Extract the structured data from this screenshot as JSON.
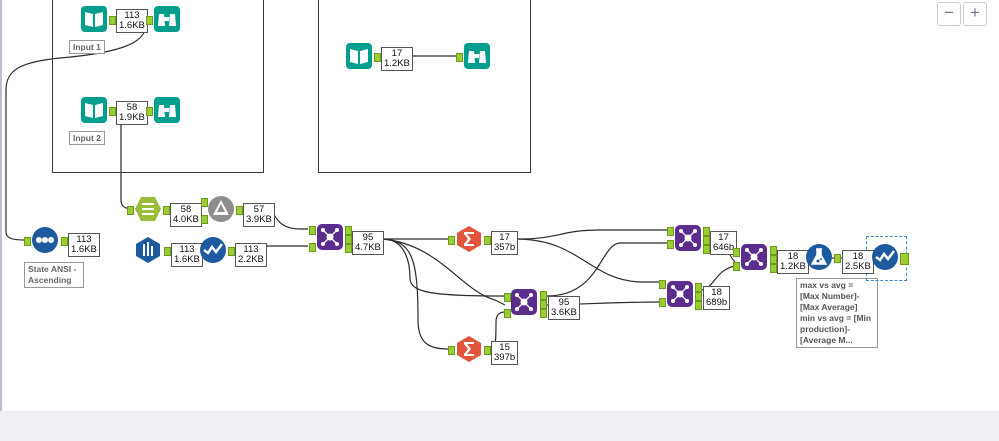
{
  "zoom": {
    "zoom_out_label": "−",
    "zoom_in_label": "+"
  },
  "containers": {
    "left": "",
    "right": ""
  },
  "labels": {
    "input1": "Input 1",
    "input2": "Input 2",
    "sort": "State ANSI - Ascending",
    "formula_note": "max vs avg = [Max Number]-[Max Average] min vs avg = [Min production]-[Average M..."
  },
  "bubbles": {
    "b_input1": {
      "count": "113",
      "size": "1.6KB"
    },
    "b_input2": {
      "count": "58",
      "size": "1.9KB"
    },
    "b_container2": {
      "count": "17",
      "size": "1.2KB"
    },
    "b_select": {
      "count": "58",
      "size": "4.0KB"
    },
    "b_filter": {
      "count": "57",
      "size": "3.9KB"
    },
    "b_sort": {
      "count": "113",
      "size": "1.6KB"
    },
    "b_multirow": {
      "count": "113",
      "size": "1.6KB"
    },
    "b_dq": {
      "count": "113",
      "size": "2.2KB"
    },
    "b_join1": {
      "count": "95",
      "size": "4.7KB"
    },
    "b_sum1": {
      "count": "17",
      "size": "357b"
    },
    "b_sum2": {
      "count": "15",
      "size": "397b"
    },
    "b_join_mid": {
      "count": "95",
      "size": "3.6KB"
    },
    "b_join_top": {
      "count": "17",
      "size": "646b"
    },
    "b_join_bot": {
      "count": "18",
      "size": "689b"
    },
    "b_join_final": {
      "count": "18",
      "size": "1.2KB"
    },
    "b_formula_out": {
      "count": "18",
      "size": "2.5KB"
    }
  },
  "colors": {
    "teal": "#009e8e",
    "navy": "#1e5aa0",
    "purple": "#5b2d8c",
    "orange": "#e2553b",
    "lime": "#9bbd3c",
    "grey": "#8d8d8d",
    "anchor": "#9acd32"
  },
  "icons": [
    "book-input-icon",
    "binoculars-browse-icon",
    "select-tool-icon",
    "filter-tool-icon",
    "sort-tool-icon",
    "multi-row-formula-icon",
    "data-cleanse-icon",
    "join-tool-icon",
    "summarize-sigma-icon",
    "formula-flask-icon"
  ]
}
